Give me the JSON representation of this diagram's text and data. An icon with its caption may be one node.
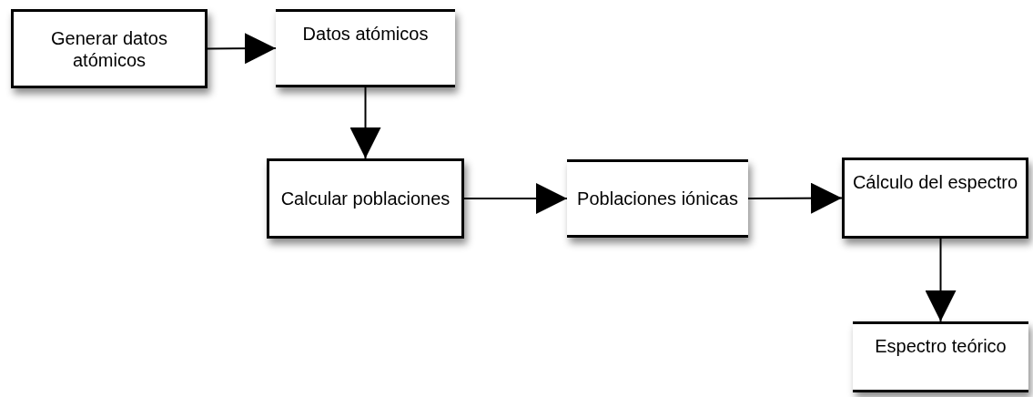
{
  "diagram": {
    "nodes": [
      {
        "text": [
          "Generar datos atómicos"
        ]
      },
      {
        "text": [
          "Datos atómicos"
        ]
      },
      {
        "text": [
          "Calcular poblaciones"
        ]
      },
      {
        "text": [
          "Poblaciones iónicas"
        ]
      },
      {
        "text": [
          "Cálculo del espectro"
        ]
      },
      {
        "text": [
          "Espectro teórico"
        ]
      }
    ],
    "edges": [
      {
        "from": 0,
        "to": 1,
        "arrow": "to"
      },
      {
        "from": 1,
        "to": 2,
        "arrow": "to"
      },
      {
        "from": 2,
        "to": 3,
        "arrow": "to"
      },
      {
        "from": 3,
        "to": 4,
        "arrow": "to"
      },
      {
        "from": 4,
        "to": 5,
        "arrow": "to"
      }
    ]
  }
}
